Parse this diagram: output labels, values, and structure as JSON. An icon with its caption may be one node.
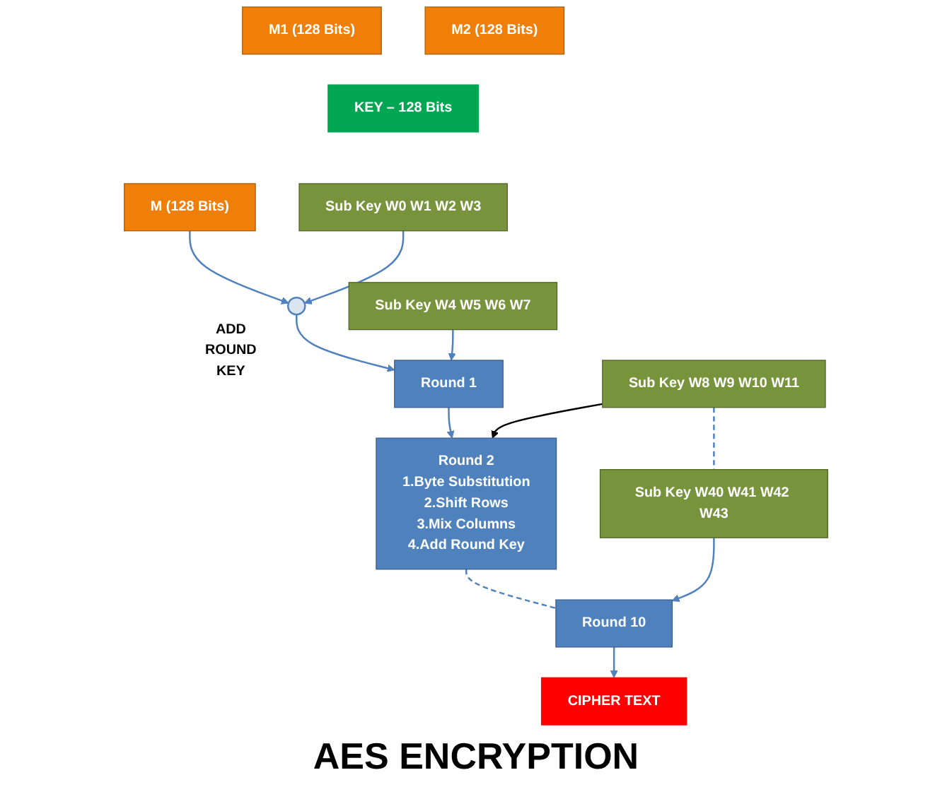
{
  "diagram": {
    "title": "AES ENCRYPTION",
    "nodes": [
      {
        "text": [
          "M (128 Bits)"
        ]
      },
      {
        "text": [
          "M1 (128 Bits)"
        ]
      },
      {
        "text": [
          "M2 (128 Bits)"
        ]
      },
      {
        "text": [
          "KEY – 128 Bits"
        ]
      },
      {
        "text": [],
        "shape": "circle",
        "beside": [
          "ADD ROUND KEY"
        ]
      },
      {
        "text": [
          "Sub Key W0 W1 W2 W3"
        ]
      },
      {
        "text": [
          "Round 1"
        ]
      },
      {
        "text": [
          "Sub Key W4 W5 W6 W7"
        ]
      },
      {
        "text": [
          "Round 2",
          "1.Byte Substitution",
          "2.Shift Rows",
          "3.Mix Columns",
          "4.Add Round Key"
        ]
      },
      {
        "text": [
          "Sub Key W8 W9 W10 W11"
        ]
      },
      {
        "text": [
          "Round 10"
        ]
      },
      {
        "text": [
          "Sub Key W40 W41 W42 W43"
        ]
      },
      {
        "text": [
          "CIPHER TEXT"
        ]
      }
    ],
    "edges": [
      {
        "from": 0,
        "to": 4,
        "arrow": "to"
      },
      {
        "from": 5,
        "to": 4,
        "arrow": "to"
      },
      {
        "from": 4,
        "to": 6,
        "arrow": "to"
      },
      {
        "from": 7,
        "to": 6,
        "arrow": "to"
      },
      {
        "from": 6,
        "to": 8,
        "arrow": "to"
      },
      {
        "from": 9,
        "to": 8,
        "arrow": "to",
        "color": "#000000"
      },
      {
        "from": 8,
        "to": 10,
        "arrow": "none",
        "style": "dashed"
      },
      {
        "from": 9,
        "to": 11,
        "arrow": "none",
        "style": "dashed"
      },
      {
        "from": 11,
        "to": 10,
        "arrow": "to"
      },
      {
        "from": 10,
        "to": 12,
        "arrow": "to"
      }
    ]
  }
}
